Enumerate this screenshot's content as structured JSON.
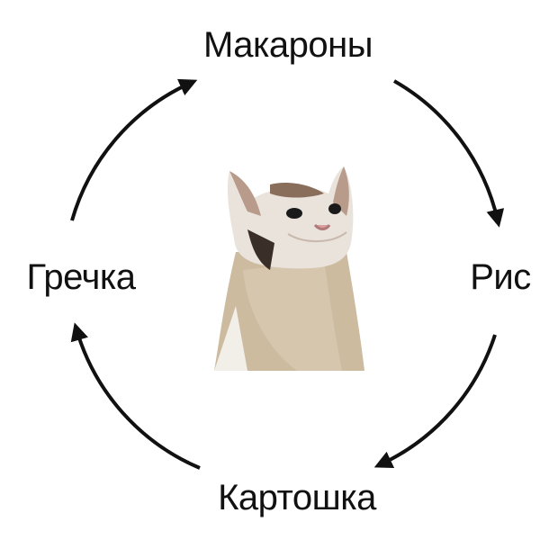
{
  "nodes": [
    {
      "id": "top",
      "label": "Макароны"
    },
    {
      "id": "right",
      "label": "Рис"
    },
    {
      "id": "bottom",
      "label": "Картошка"
    },
    {
      "id": "left",
      "label": "Гречка"
    }
  ],
  "edges": [
    {
      "from": "Гречка",
      "to": "Макароны"
    },
    {
      "from": "Макароны",
      "to": "Рис"
    },
    {
      "from": "Рис",
      "to": "Картошка"
    },
    {
      "from": "Картошка",
      "to": "Гречка"
    }
  ],
  "center_image": "pop-cat",
  "colors": {
    "arrow": "#111111",
    "background": "#ffffff"
  }
}
